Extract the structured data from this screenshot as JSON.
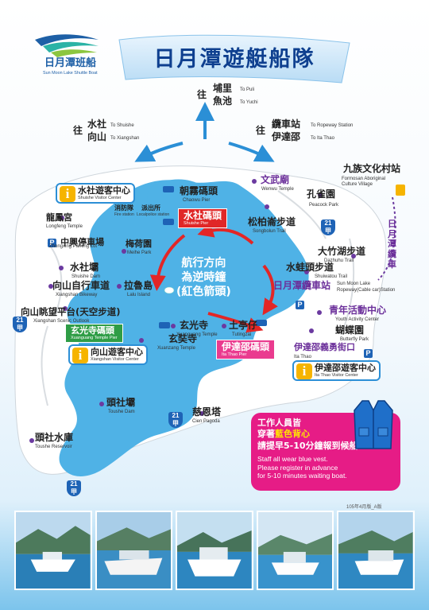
{
  "logo": {
    "name_zh": "日月潭班船",
    "name_en": "Sun Moon Lake Shuttle Boat"
  },
  "title": "日月潭遊艇船隊",
  "directions": {
    "puli_yuchi": {
      "zh1": "埔里",
      "en1": "To Puli",
      "zh2": "魚池",
      "en2": "To Yuchi",
      "prefix": "往"
    },
    "shuishe_xiangshan": {
      "prefix": "往",
      "zh1": "水社",
      "en1": "To Shuishe",
      "zh2": "向山",
      "en2": "To Xiangshan"
    },
    "ropeway_ithao": {
      "prefix": "往",
      "zh1": "纜車站",
      "en1": "To Ropeway Station",
      "zh2": "伊達邵",
      "en2": "To Ita Thao"
    }
  },
  "places": {
    "shuishe_vc": {
      "zh": "水社遊客中心",
      "en": "Shuishe Visitor Center"
    },
    "fire_station": {
      "zh": "消防隊",
      "en": "Fire station"
    },
    "police_station": {
      "zh": "派出所",
      "en": "Localpolice station"
    },
    "longfeng": {
      "zh": "龍鳳宮",
      "en": "Longfeng Temple"
    },
    "zhongxing_parking": {
      "zh": "中興停車場",
      "en": "Zhongxing Parking Lot"
    },
    "meihe": {
      "zh": "梅荷園",
      "en": "Meihe Park"
    },
    "chaowu": {
      "zh": "朝霧碼頭",
      "en": "Chaowu Pier"
    },
    "shuishe_pier": {
      "zh": "水社碼頭",
      "en": "Shuishe Pier"
    },
    "wenwu": {
      "zh": "文武廟",
      "en": "Wenwu Temple"
    },
    "peacock": {
      "zh": "孔雀園",
      "en": "Peacock Park"
    },
    "formosan": {
      "zh": "九族文化村站",
      "en1": "Formosan Aboriginal",
      "en2": "Culture Village"
    },
    "songbolun": {
      "zh": "松柏崙步道",
      "en": "Songbolun Trail"
    },
    "dazhuhu": {
      "zh": "大竹湖步道",
      "en": "Dazhuhu Trail"
    },
    "shuiwatou": {
      "zh": "水蛙頭步道",
      "en": "Shuiwatou Trail"
    },
    "ropeway": {
      "zh": "日月潭纜車站",
      "en1": "Sun Moon Lake",
      "en2": "Ropeway(Cable car)Station"
    },
    "youth": {
      "zh": "青年活動中心",
      "en": "Youth Activity Center"
    },
    "butterfly": {
      "zh": "蝴蝶園",
      "en": "Butterfly Park"
    },
    "ithao_street": {
      "zh": "伊達邵義勇街口",
      "en": "Ita Thao"
    },
    "ithao_vc": {
      "zh": "伊達邵遊客中心",
      "en": "Ita Thao Visitor Center"
    },
    "ithao_pier": {
      "zh": "伊達邵碼頭",
      "en": "Ita Thao Pier"
    },
    "shuishe_dam": {
      "zh": "水社壩",
      "en": "Shuishe Dam"
    },
    "xiangshan_bikeway": {
      "zh": "向山自行車道",
      "en": "Xiangshan Bikeway"
    },
    "lalu": {
      "zh": "拉魯島",
      "en": "Lalu Island"
    },
    "xiangshan_outlook": {
      "zh": "向山眺望平台(天空步道)",
      "en": "Xiangshan Scenic Outlook"
    },
    "xuanguang_pier": {
      "zh": "玄光寺碼頭",
      "en": "Xuanguang Temple Pier"
    },
    "xuanguang": {
      "zh": "玄光寺",
      "en": "Xuanguang Temple"
    },
    "tutingzai": {
      "zh": "土亭仔",
      "en": "Tutingzai"
    },
    "xiangshan_vc": {
      "zh": "向山遊客中心",
      "en": "Xiangshan Visitor Center"
    },
    "xuanzang": {
      "zh": "玄奘寺",
      "en": "Xuanzang Temple"
    },
    "toushe_dam": {
      "zh": "頭社壩",
      "en": "Toushe Dam"
    },
    "cien": {
      "zh": "慈恩塔",
      "en": "Cien Pagoda"
    },
    "toushe_reservoir": {
      "zh": "頭社水庫",
      "en": "Toushe Reservoir"
    }
  },
  "route": {
    "line1": "航行方向",
    "line2": "為逆時鐘",
    "line3": "(紅色箭頭)"
  },
  "ropeway_line": "日月潭纜車",
  "highways": {
    "h21_a": "21",
    "h21_b": "21",
    "h21_c": "21",
    "h21_d": "21",
    "h21_sub": "甲"
  },
  "notice": {
    "zh1": "工作人員皆",
    "zh2a": "穿著",
    "zh2b": "藍色背心",
    "zh3": "請提早5-10分鐘報到候船",
    "en1": "Staff all wear blue vest.",
    "en2": "Please register in advance",
    "en3": "for 5-10 minutes waiting boat."
  },
  "date_note": "105年4月版_A版",
  "colors": {
    "lake": "#4fb2e6",
    "land": "#ffffff",
    "title_blue": "#0e3f8f",
    "pier_red": "#e02727",
    "pier_green": "#2f9d46",
    "pier_pink": "#ea3b8f",
    "notice_pink": "#e61c86",
    "vc_yellow": "#f6b400"
  }
}
